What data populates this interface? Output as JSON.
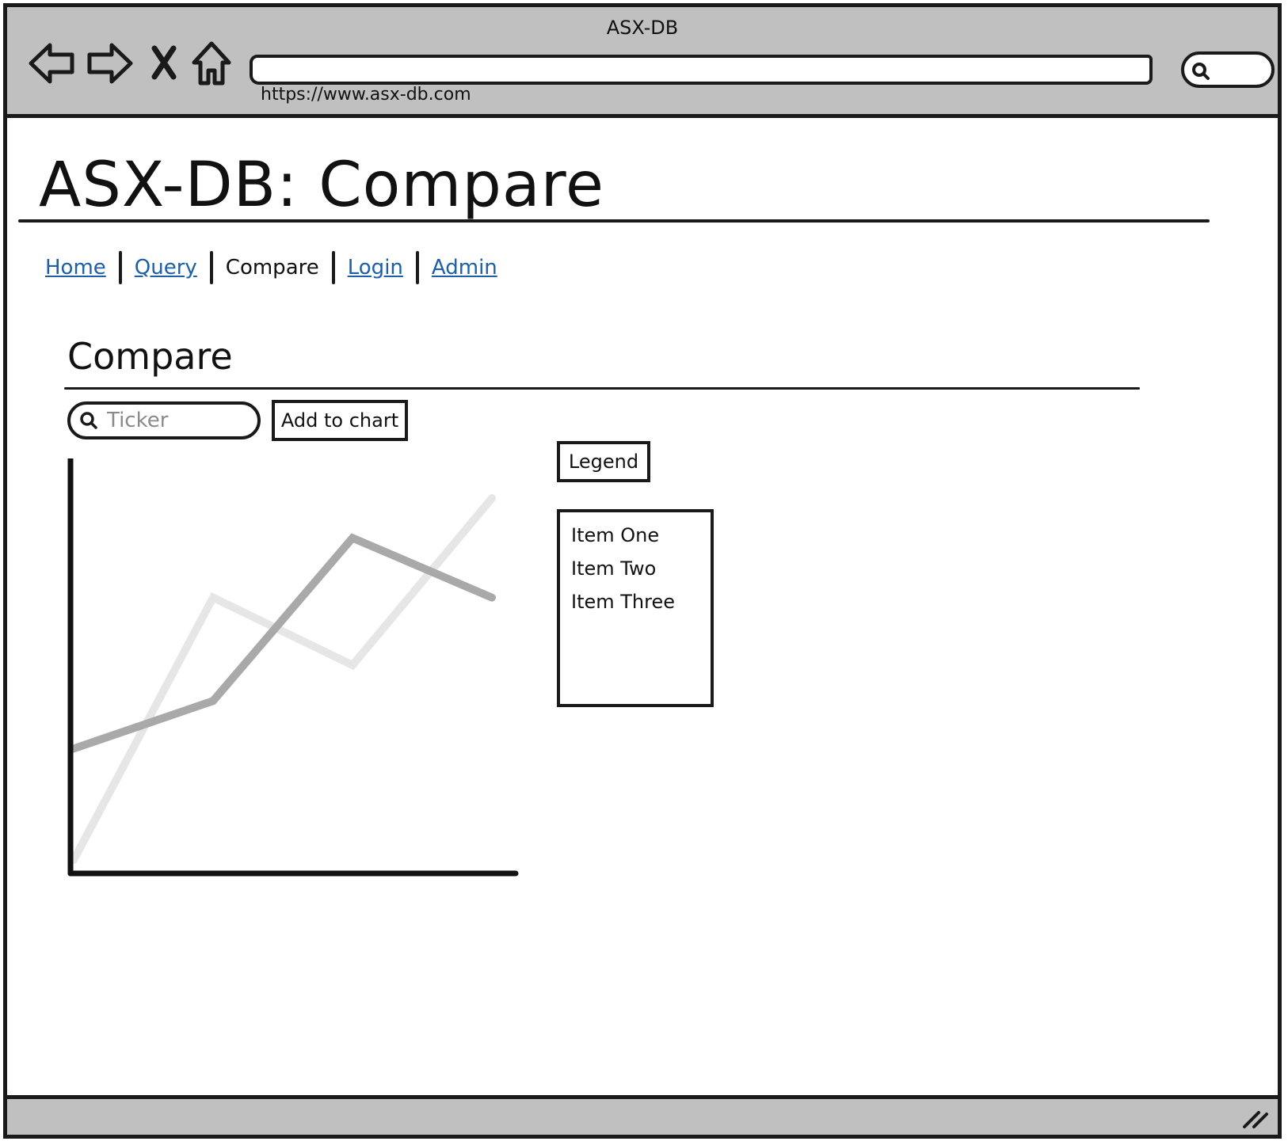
{
  "browser": {
    "window_title": "ASX-DB",
    "url": "https://www.asx-db.com",
    "icons": [
      "back-arrow-icon",
      "forward-arrow-icon",
      "stop-icon",
      "home-icon",
      "search-icon",
      "resize-grip-icon"
    ]
  },
  "page": {
    "heading": "ASX-DB: Compare"
  },
  "nav": {
    "home": "Home",
    "query": "Query",
    "compare": "Compare",
    "login": "Login",
    "admin": "Admin"
  },
  "compare": {
    "heading": "Compare",
    "ticker_placeholder": "Ticker",
    "add_button": "Add to chart",
    "legend_button": "Legend",
    "legend_items": [
      "Item One",
      "Item Two",
      "Item Three"
    ]
  },
  "chart_data": {
    "type": "line",
    "x": [
      0,
      1,
      2,
      3
    ],
    "ylim": [
      0,
      100
    ],
    "series": [
      {
        "values": [
          29,
          41,
          82,
          67
        ],
        "color": "#a9a9a9"
      },
      {
        "values": [
          1,
          67,
          50,
          92
        ],
        "color": "#e6e6e6"
      }
    ]
  }
}
